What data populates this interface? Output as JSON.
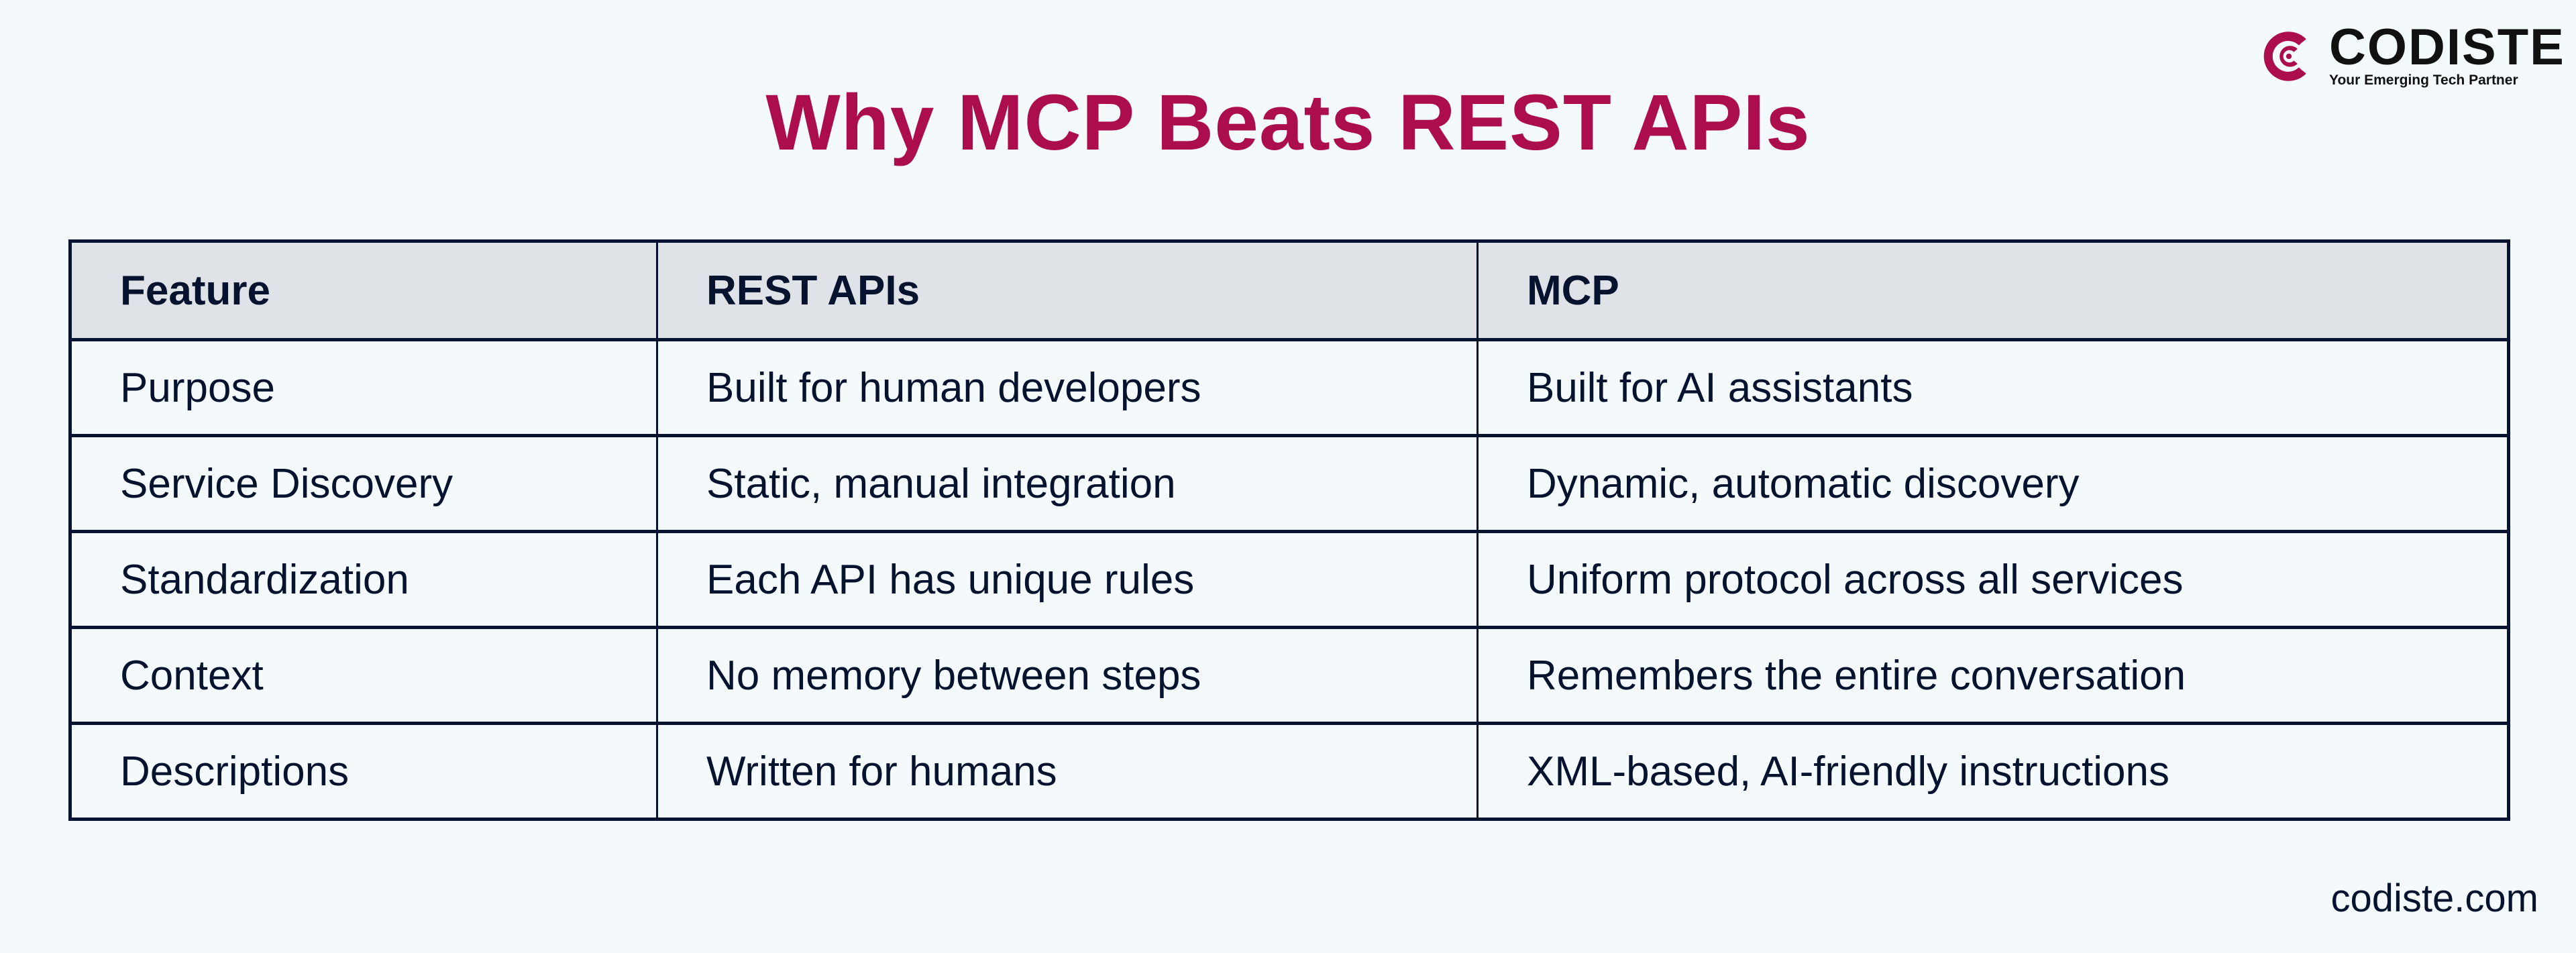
{
  "title": "Why MCP Beats REST APIs",
  "brand": {
    "name": "CODISTE",
    "tagline": "Your Emerging Tech Partner",
    "logo_icon": "codiste-c-logo-icon",
    "accent_color": "#ac0d4d"
  },
  "table": {
    "headers": [
      "Feature",
      "REST APIs",
      "MCP"
    ],
    "rows": [
      [
        "Purpose",
        "Built for human developers",
        "Built for AI assistants"
      ],
      [
        "Service Discovery",
        "Static, manual integration",
        "Dynamic, automatic discovery"
      ],
      [
        "Standardization",
        "Each API has unique rules",
        "Uniform protocol across all services"
      ],
      [
        "Context",
        "No memory between steps",
        "Remembers the entire conversation"
      ],
      [
        "Descriptions",
        "Written for humans",
        "XML-based, AI-friendly instructions"
      ]
    ]
  },
  "footer": {
    "url": "codiste.com"
  },
  "colors": {
    "background": "#f4f9fc",
    "title": "#ac0d4d",
    "text": "#06132e",
    "header_bg": "#dfe3e8",
    "border": "#06132e"
  }
}
